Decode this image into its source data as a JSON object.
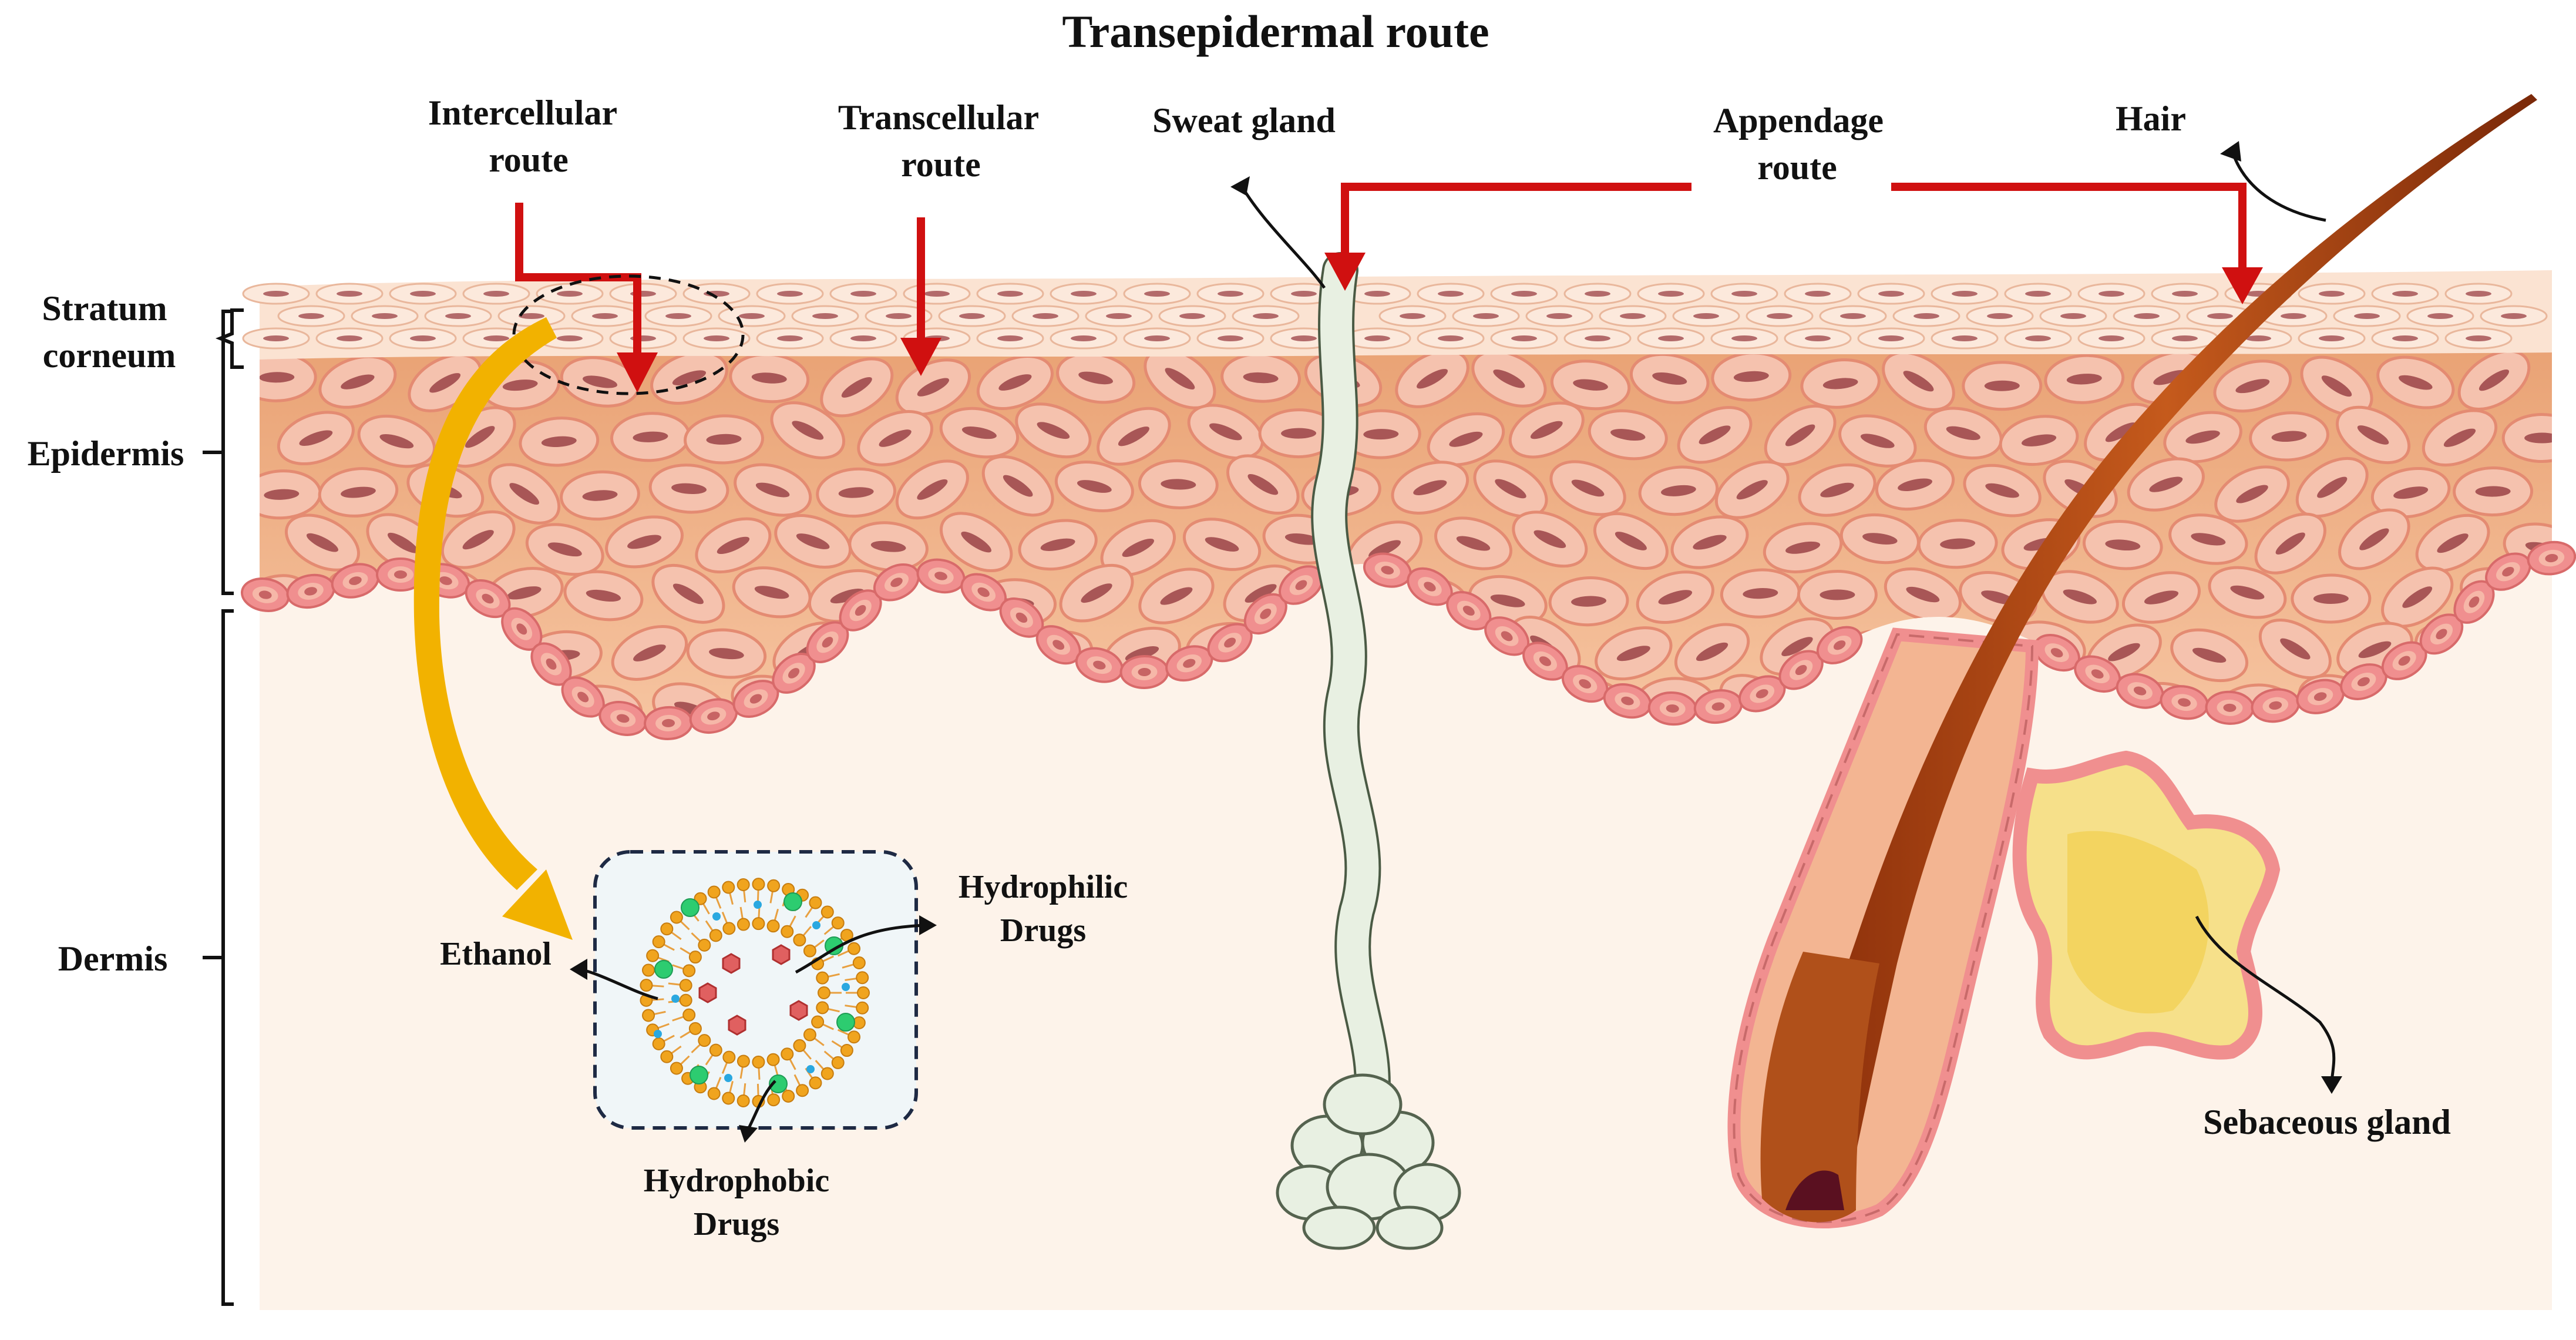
{
  "title": "Transepidermal  route",
  "routes": {
    "intercellular_line1": "Intercellular",
    "intercellular_line2": "route",
    "transcellular_line1": "Transcellular",
    "transcellular_line2": "route",
    "appendage_line1": "Appendage",
    "appendage_line2": "route"
  },
  "structures": {
    "sweat_gland": "Sweat gland",
    "hair": "Hair",
    "sebaceous_gland": "Sebaceous gland"
  },
  "layers": {
    "stratum_line1": "Stratum",
    "stratum_line2": "corneum",
    "epidermis": "Epidermis",
    "dermis": "Dermis"
  },
  "vesicle": {
    "ethanol": "Ethanol",
    "hydrophilic_line1": "Hydrophilic",
    "hydrophilic_line2": "Drugs",
    "hydrophobic_line1": "Hydrophobic",
    "hydrophobic_line2": "Drugs"
  },
  "colors": {
    "route_arrow": "#d01010",
    "ethanol_arrow": "#f2b200",
    "dermis": "#fdf1e6",
    "epidermis": "#f3b48e",
    "corneum": "#f9dcc8",
    "cell": "#f5c2ae",
    "nucleus": "#a85656",
    "basal_cell": "#f08f8f",
    "hair": "#b04a14",
    "sweat_gland": "#e6eedf",
    "sebaceous": "#f6dc78",
    "lipid_head": "#f0a41e",
    "hydrophilic_drug": "#e06060",
    "hydrophobic_drug": "#2dcc70"
  }
}
